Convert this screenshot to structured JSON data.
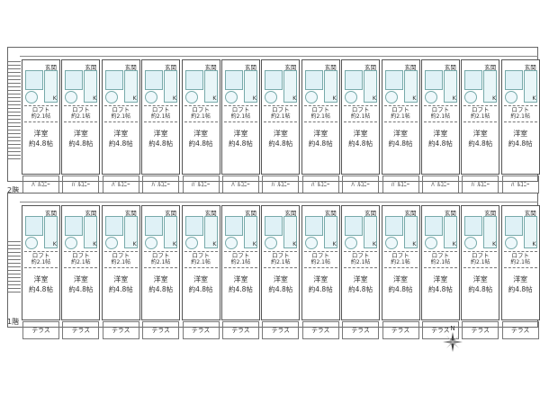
{
  "floors": [
    {
      "label": "2階",
      "units": [
        {
          "entry": "玄関",
          "kitchen": "K",
          "loft": "ロフト",
          "loft_size": "約2.1帖",
          "room": "洋室",
          "room_size": "約4.8帖",
          "outdoor": "ﾊﾞﾙｺﾆｰ"
        },
        {
          "entry": "玄関",
          "kitchen": "K",
          "loft": "ロフト",
          "loft_size": "約2.1帖",
          "room": "洋室",
          "room_size": "約4.8帖",
          "outdoor": "ﾊﾞﾙｺﾆｰ"
        },
        {
          "entry": "玄関",
          "kitchen": "K",
          "loft": "ロフト",
          "loft_size": "約2.1帖",
          "room": "洋室",
          "room_size": "約4.8帖",
          "outdoor": "ﾊﾞﾙｺﾆｰ"
        },
        {
          "entry": "玄関",
          "kitchen": "K",
          "loft": "ロフト",
          "loft_size": "約2.1帖",
          "room": "洋室",
          "room_size": "約4.8帖",
          "outdoor": "ﾊﾞﾙｺﾆｰ"
        },
        {
          "entry": "玄関",
          "kitchen": "K",
          "loft": "ロフト",
          "loft_size": "約2.1帖",
          "room": "洋室",
          "room_size": "約4.8帖",
          "outdoor": "ﾊﾞﾙｺﾆｰ"
        },
        {
          "entry": "玄関",
          "kitchen": "K",
          "loft": "ロフト",
          "loft_size": "約2.1帖",
          "room": "洋室",
          "room_size": "約4.8帖",
          "outdoor": "ﾊﾞﾙｺﾆｰ"
        },
        {
          "entry": "玄関",
          "kitchen": "K",
          "loft": "ロフト",
          "loft_size": "約2.1帖",
          "room": "洋室",
          "room_size": "約4.8帖",
          "outdoor": "ﾊﾞﾙｺﾆｰ"
        },
        {
          "entry": "玄関",
          "kitchen": "K",
          "loft": "ロフト",
          "loft_size": "約2.1帖",
          "room": "洋室",
          "room_size": "約4.8帖",
          "outdoor": "ﾊﾞﾙｺﾆｰ"
        },
        {
          "entry": "玄関",
          "kitchen": "K",
          "loft": "ロフト",
          "loft_size": "約2.1帖",
          "room": "洋室",
          "room_size": "約4.8帖",
          "outdoor": "ﾊﾞﾙｺﾆｰ"
        },
        {
          "entry": "玄関",
          "kitchen": "K",
          "loft": "ロフト",
          "loft_size": "約2.1帖",
          "room": "洋室",
          "room_size": "約4.8帖",
          "outdoor": "ﾊﾞﾙｺﾆｰ"
        },
        {
          "entry": "玄関",
          "kitchen": "K",
          "loft": "ロフト",
          "loft_size": "約2.1帖",
          "room": "洋室",
          "room_size": "約4.8帖",
          "outdoor": "ﾊﾞﾙｺﾆｰ"
        },
        {
          "entry": "玄関",
          "kitchen": "K",
          "loft": "ロフト",
          "loft_size": "約2.1帖",
          "room": "洋室",
          "room_size": "約4.8帖",
          "outdoor": "ﾊﾞﾙｺﾆｰ"
        },
        {
          "entry": "玄関",
          "kitchen": "K",
          "loft": "ロフト",
          "loft_size": "約2.1帖",
          "room": "洋室",
          "room_size": "約4.8帖",
          "outdoor": "ﾊﾞﾙｺﾆｰ"
        }
      ]
    },
    {
      "label": "1階",
      "units": [
        {
          "entry": "玄関",
          "kitchen": "K",
          "loft": "ロフト",
          "loft_size": "約2.1帖",
          "room": "洋室",
          "room_size": "約4.8帖",
          "outdoor": "テラス"
        },
        {
          "entry": "玄関",
          "kitchen": "K",
          "loft": "ロフト",
          "loft_size": "約2.1帖",
          "room": "洋室",
          "room_size": "約4.8帖",
          "outdoor": "テラス"
        },
        {
          "entry": "玄関",
          "kitchen": "K",
          "loft": "ロフト",
          "loft_size": "約2.1帖",
          "room": "洋室",
          "room_size": "約4.8帖",
          "outdoor": "テラス"
        },
        {
          "entry": "玄関",
          "kitchen": "K",
          "loft": "ロフト",
          "loft_size": "約2.1帖",
          "room": "洋室",
          "room_size": "約4.8帖",
          "outdoor": "テラス"
        },
        {
          "entry": "玄関",
          "kitchen": "K",
          "loft": "ロフト",
          "loft_size": "約2.1帖",
          "room": "洋室",
          "room_size": "約4.8帖",
          "outdoor": "テラス"
        },
        {
          "entry": "玄関",
          "kitchen": "K",
          "loft": "ロフト",
          "loft_size": "約2.1帖",
          "room": "洋室",
          "room_size": "約4.8帖",
          "outdoor": "テラス"
        },
        {
          "entry": "玄関",
          "kitchen": "K",
          "loft": "ロフト",
          "loft_size": "約2.1帖",
          "room": "洋室",
          "room_size": "約4.8帖",
          "outdoor": "テラス"
        },
        {
          "entry": "玄関",
          "kitchen": "K",
          "loft": "ロフト",
          "loft_size": "約2.1帖",
          "room": "洋室",
          "room_size": "約4.8帖",
          "outdoor": "テラス"
        },
        {
          "entry": "玄関",
          "kitchen": "K",
          "loft": "ロフト",
          "loft_size": "約2.1帖",
          "room": "洋室",
          "room_size": "約4.8帖",
          "outdoor": "テラス"
        },
        {
          "entry": "玄関",
          "kitchen": "K",
          "loft": "ロフト",
          "loft_size": "約2.1帖",
          "room": "洋室",
          "room_size": "約4.8帖",
          "outdoor": "テラス"
        },
        {
          "entry": "玄関",
          "kitchen": "K",
          "loft": "ロフト",
          "loft_size": "約2.1帖",
          "room": "洋室",
          "room_size": "約4.8帖",
          "outdoor": "テラス"
        },
        {
          "entry": "玄関",
          "kitchen": "K",
          "loft": "ロフト",
          "loft_size": "約2.1帖",
          "room": "洋室",
          "room_size": "約4.8帖",
          "outdoor": "テラス"
        },
        {
          "entry": "玄関",
          "kitchen": "K",
          "loft": "ロフト",
          "loft_size": "約2.1帖",
          "room": "洋室",
          "room_size": "約4.8帖",
          "outdoor": "テラス"
        }
      ]
    }
  ],
  "compass": {
    "north_label": "N",
    "icon": "compass-icon"
  }
}
